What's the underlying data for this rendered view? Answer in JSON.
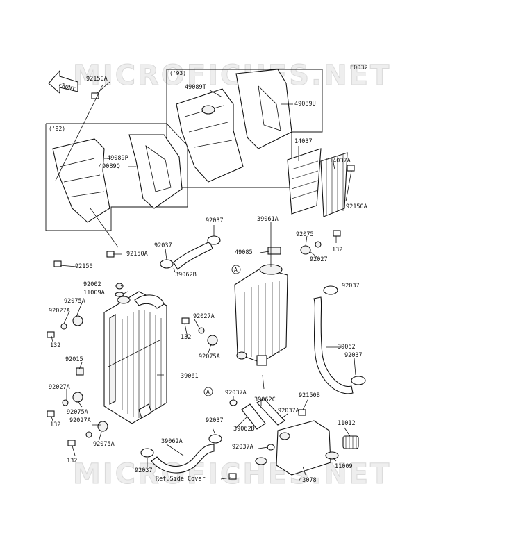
{
  "watermark": "MICROFICHES.NET",
  "diagram_code": "E0032",
  "front_arrow": "FRONT",
  "year_tags": [
    "('92)",
    "('93)"
  ],
  "labels": {
    "p92150A_top": "92150A",
    "p49089T": "49089T",
    "p49089U": "49089U",
    "p49089Q": "49089Q",
    "p49089P": "49089P",
    "p14037": "14037",
    "p14037A": "14037A",
    "p92150A_right": "92150A",
    "p92037_a": "92037",
    "p39061A": "39061A",
    "p92075": "92075",
    "p132_a": "132",
    "p92037_b": "92037",
    "p49085": "49085",
    "p92027": "92027",
    "p92150A_mid": "92150A",
    "p92150": "92150",
    "p39062B": "39062B",
    "p92037_c": "92037",
    "p92002": "92002",
    "p11009A": "11009A",
    "p92075A_a": "92075A",
    "p92027A_a": "92027A",
    "p132_b": "132",
    "p92027A_b": "92027A",
    "p132_c": "132",
    "p92075A_b": "92075A",
    "p39062": "39062",
    "p92037_d": "92037",
    "p92015": "92015",
    "p39061": "39061",
    "p92027A_c": "92027A",
    "p92075A_c": "92075A",
    "p132_d": "132",
    "p92027A_d": "92027A",
    "p92075A_d": "92075A",
    "p132_e": "132",
    "p92037A_a": "92037A",
    "p39062C": "39062C",
    "p92150B": "92150B",
    "p92037_e": "92037",
    "p39062D": "39062D",
    "p92037A_b": "92037A",
    "p11012": "11012",
    "p39062A": "39062A",
    "p92037A_c": "92037A",
    "p11009": "11009",
    "p92037_f": "92037",
    "p43078": "43078",
    "ref_side_cover": "Ref.Side Cover"
  },
  "callout_letter": "A"
}
